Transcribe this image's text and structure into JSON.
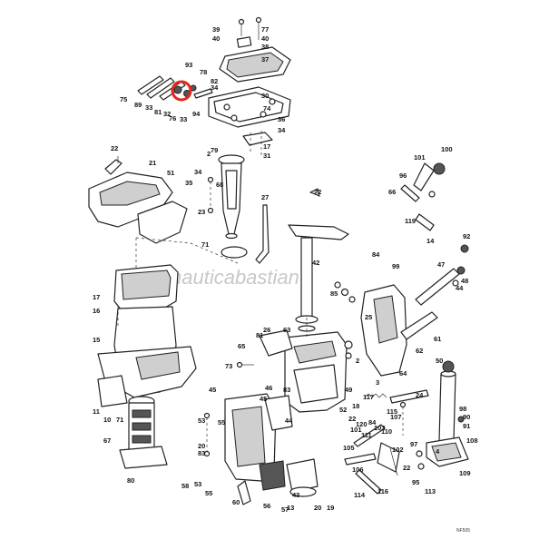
{
  "watermark": "nauticabastian",
  "figure_code": "NF505",
  "highlight": {
    "color": "#e1261c"
  },
  "part_numbers": [
    "39",
    "77",
    "40",
    "40",
    "38",
    "37",
    "93",
    "78",
    "82",
    "34",
    "30",
    "75",
    "89",
    "33",
    "81",
    "32",
    "76",
    "33",
    "94",
    "74",
    "36",
    "34",
    "17",
    "31",
    "2",
    "79",
    "22",
    "21",
    "51",
    "100",
    "101",
    "34",
    "35",
    "68",
    "96",
    "66",
    "72",
    "27",
    "23",
    "119",
    "14",
    "71",
    "92",
    "84",
    "99",
    "47",
    "48",
    "44",
    "42",
    "85",
    "17",
    "16",
    "15",
    "25",
    "26",
    "63",
    "65",
    "81",
    "64",
    "61",
    "62",
    "73",
    "2",
    "83",
    "50",
    "24",
    "98",
    "90",
    "91",
    "108",
    "109",
    "11",
    "10",
    "71",
    "45",
    "46",
    "44",
    "45",
    "53",
    "55",
    "20",
    "83",
    "67",
    "80",
    "58",
    "53",
    "55",
    "60",
    "56",
    "57",
    "49",
    "52",
    "18",
    "22",
    "101",
    "117",
    "120",
    "84",
    "110",
    "111",
    "115",
    "103",
    "102",
    "107",
    "105",
    "106",
    "116",
    "114",
    "97",
    "95",
    "113",
    "43",
    "13",
    "20",
    "19",
    "3",
    "4",
    "22"
  ]
}
